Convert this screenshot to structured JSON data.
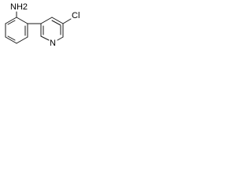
{
  "molecule": {
    "atoms": {
      "amine": "NH2",
      "pyridine_nitrogen": "N",
      "chlorine": "Cl"
    },
    "colors": {
      "bond": "#1a1a1a",
      "label": "#000000",
      "background": "#ffffff"
    }
  }
}
